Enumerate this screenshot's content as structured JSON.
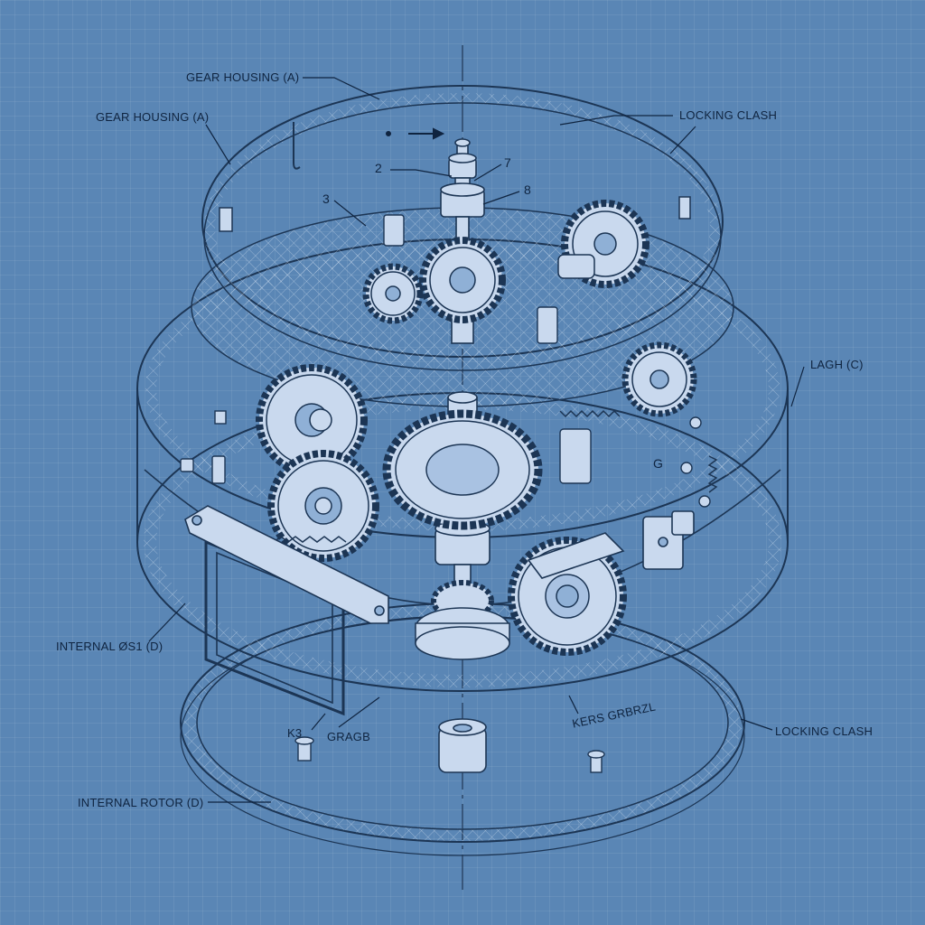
{
  "diagram": {
    "colors": {
      "background": "#5a86b5",
      "line": "#1c3554",
      "part_fill": "#c9d9ee",
      "label_text": "#0f2440"
    },
    "labels": {
      "gear_housing_a_top": "GEAR HOUSING (A)",
      "gear_housing_a_left": "GEAR HOUSING (A)",
      "locking_clash_top": "LOCKING CLASH",
      "lagh_c": "LAGH (C)",
      "internal_d": "INTERNAL ØS1 (D)",
      "internal_rotor_d": "INTERNAL ROTOR (D)",
      "locking_clash_bottom": "LOCKING CLASH",
      "callout_2": "2",
      "callout_3": "3",
      "callout_7": "7",
      "callout_8": "8",
      "callout_g": "G",
      "callout_k3": "K3",
      "callout_grabs": "GRAGB",
      "callout_kers": "KERS GRBRZL"
    }
  }
}
